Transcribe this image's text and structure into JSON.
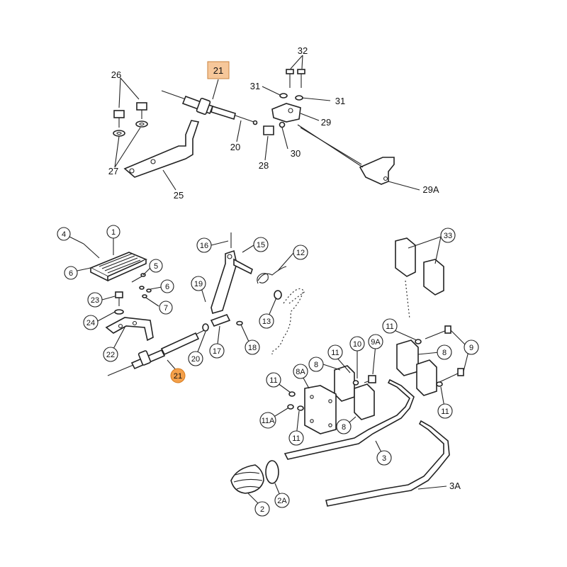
{
  "colors": {
    "highlight_box": "#f6c79a",
    "highlight_circle": "#f4a04a",
    "line": "#222222"
  },
  "highlighted_part": "21",
  "upper_labels": [
    {
      "id": "u21",
      "text": "21"
    },
    {
      "id": "u32",
      "text": "32"
    },
    {
      "id": "u26",
      "text": "26"
    },
    {
      "id": "u31a",
      "text": "31"
    },
    {
      "id": "u31b",
      "text": "31"
    },
    {
      "id": "u29",
      "text": "29"
    },
    {
      "id": "u20",
      "text": "20"
    },
    {
      "id": "u30",
      "text": "30"
    },
    {
      "id": "u28",
      "text": "28"
    },
    {
      "id": "u27",
      "text": "27"
    },
    {
      "id": "u25",
      "text": "25"
    },
    {
      "id": "u29a",
      "text": "29A"
    }
  ],
  "lower_callouts": [
    {
      "id": "c4",
      "text": "4"
    },
    {
      "id": "c1",
      "text": "1"
    },
    {
      "id": "c6a",
      "text": "6"
    },
    {
      "id": "c5",
      "text": "5"
    },
    {
      "id": "c6b",
      "text": "6"
    },
    {
      "id": "c7",
      "text": "7"
    },
    {
      "id": "c23",
      "text": "23"
    },
    {
      "id": "c24",
      "text": "24"
    },
    {
      "id": "c22",
      "text": "22"
    },
    {
      "id": "c21",
      "text": "21"
    },
    {
      "id": "c16",
      "text": "16"
    },
    {
      "id": "c15",
      "text": "15"
    },
    {
      "id": "c12",
      "text": "12"
    },
    {
      "id": "c19",
      "text": "19"
    },
    {
      "id": "c13",
      "text": "13"
    },
    {
      "id": "c20",
      "text": "20"
    },
    {
      "id": "c17",
      "text": "17"
    },
    {
      "id": "c18",
      "text": "18"
    },
    {
      "id": "c33",
      "text": "33"
    },
    {
      "id": "c11a",
      "text": "11"
    },
    {
      "id": "c9a",
      "text": "9A"
    },
    {
      "id": "c10",
      "text": "10"
    },
    {
      "id": "c11b",
      "text": "11"
    },
    {
      "id": "c8a",
      "text": "8"
    },
    {
      "id": "c9",
      "text": "9"
    },
    {
      "id": "c8b",
      "text": "8"
    },
    {
      "id": "c8A",
      "text": "8A"
    },
    {
      "id": "c11c",
      "text": "11"
    },
    {
      "id": "c11A",
      "text": "11A"
    },
    {
      "id": "c11d",
      "text": "11"
    },
    {
      "id": "c8c",
      "text": "8"
    },
    {
      "id": "c11e",
      "text": "11"
    },
    {
      "id": "c3",
      "text": "3"
    },
    {
      "id": "c2",
      "text": "2"
    },
    {
      "id": "c2A",
      "text": "2A"
    }
  ],
  "plain_labels": [
    {
      "id": "p3A",
      "text": "3A"
    }
  ]
}
